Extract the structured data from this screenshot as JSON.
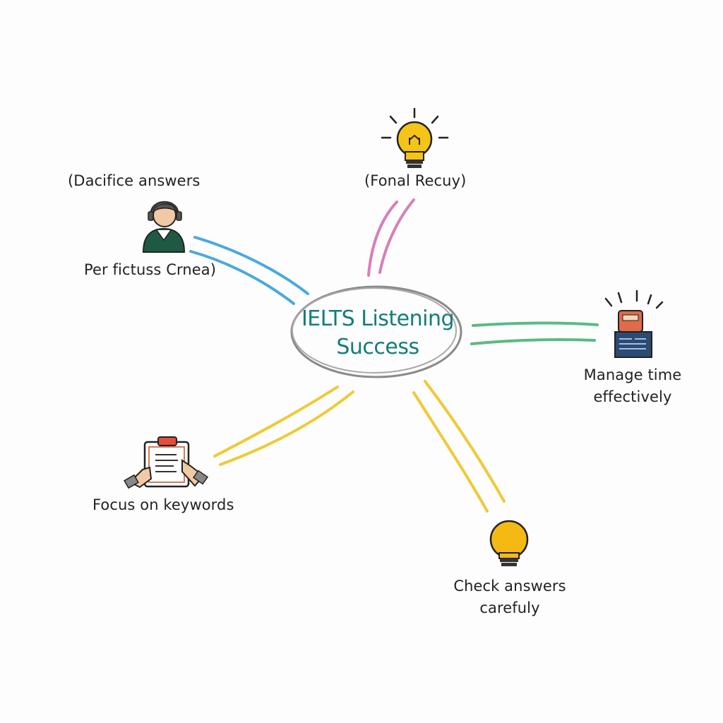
{
  "center": {
    "line1": "IELTS Listening",
    "line2": "Success",
    "text_color": "#137d78",
    "oval_color": "#8a8a8a"
  },
  "nodes": {
    "top_left": {
      "top_label": "(Dacifice answers",
      "bottom_label": "Per fictuss Crnea)",
      "icon": "headset-person-icon",
      "branch_color": "#4aa9df"
    },
    "top": {
      "label": "(Fonal Recuy)",
      "icon": "lightbulb-icon",
      "branch_color": "#d77fb8"
    },
    "right": {
      "line1": "Manage time",
      "line2": "effectively",
      "icon": "clock-computer-icon",
      "branch_color": "#5cb886"
    },
    "bottom_left": {
      "label": "Focus on keywords",
      "icon": "clipboard-icon",
      "branch_color": "#f0c935"
    },
    "bottom_right": {
      "line1": "Check answers",
      "line2": "carefuly",
      "icon": "lightbulb-icon",
      "branch_color": "#f0c935"
    }
  }
}
